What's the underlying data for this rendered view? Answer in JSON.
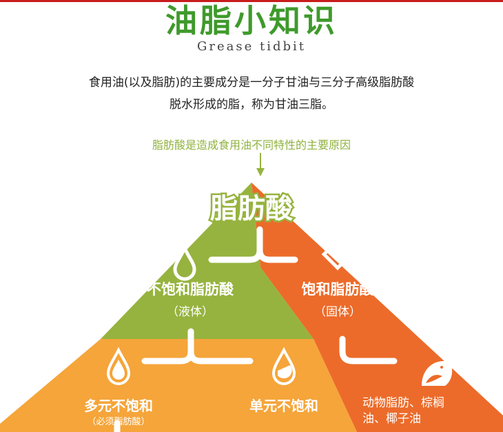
{
  "title": "油脂小知识",
  "subtitle": "Grease tidbit",
  "intro_line1": "食用油(以及脂肪)的主要成分是一分子甘油与三分子高级脂肪酸",
  "intro_line2": "脱水形成的脂，称为甘油三脂。",
  "note": "脂肪酸是造成食用油不同特性的主要原因",
  "top_label": "脂肪酸",
  "unsaturated": {
    "label": "不饱和脂肪酸",
    "sub": "（液体）"
  },
  "saturated": {
    "label": "饱和脂肪酸",
    "sub": "（固体）"
  },
  "poly": {
    "label": "多元不饱和",
    "sub": "（必须脂肪酸）"
  },
  "mono": {
    "label": "单元不饱和"
  },
  "animal": {
    "label_line1": "动物脂肪、棕榈",
    "label_line2": "油、椰子油"
  },
  "colors": {
    "title_green": "#3f9a2b",
    "note_green": "#8fb23d",
    "olive": "#96b33f",
    "orange_red": "#ec6b2a",
    "orange": "#f5a53a",
    "white": "#ffffff"
  },
  "icons": [
    "arrow-down-icon",
    "droplet-icon",
    "diamond-icon",
    "droplet-half-icon",
    "bird-icon"
  ]
}
